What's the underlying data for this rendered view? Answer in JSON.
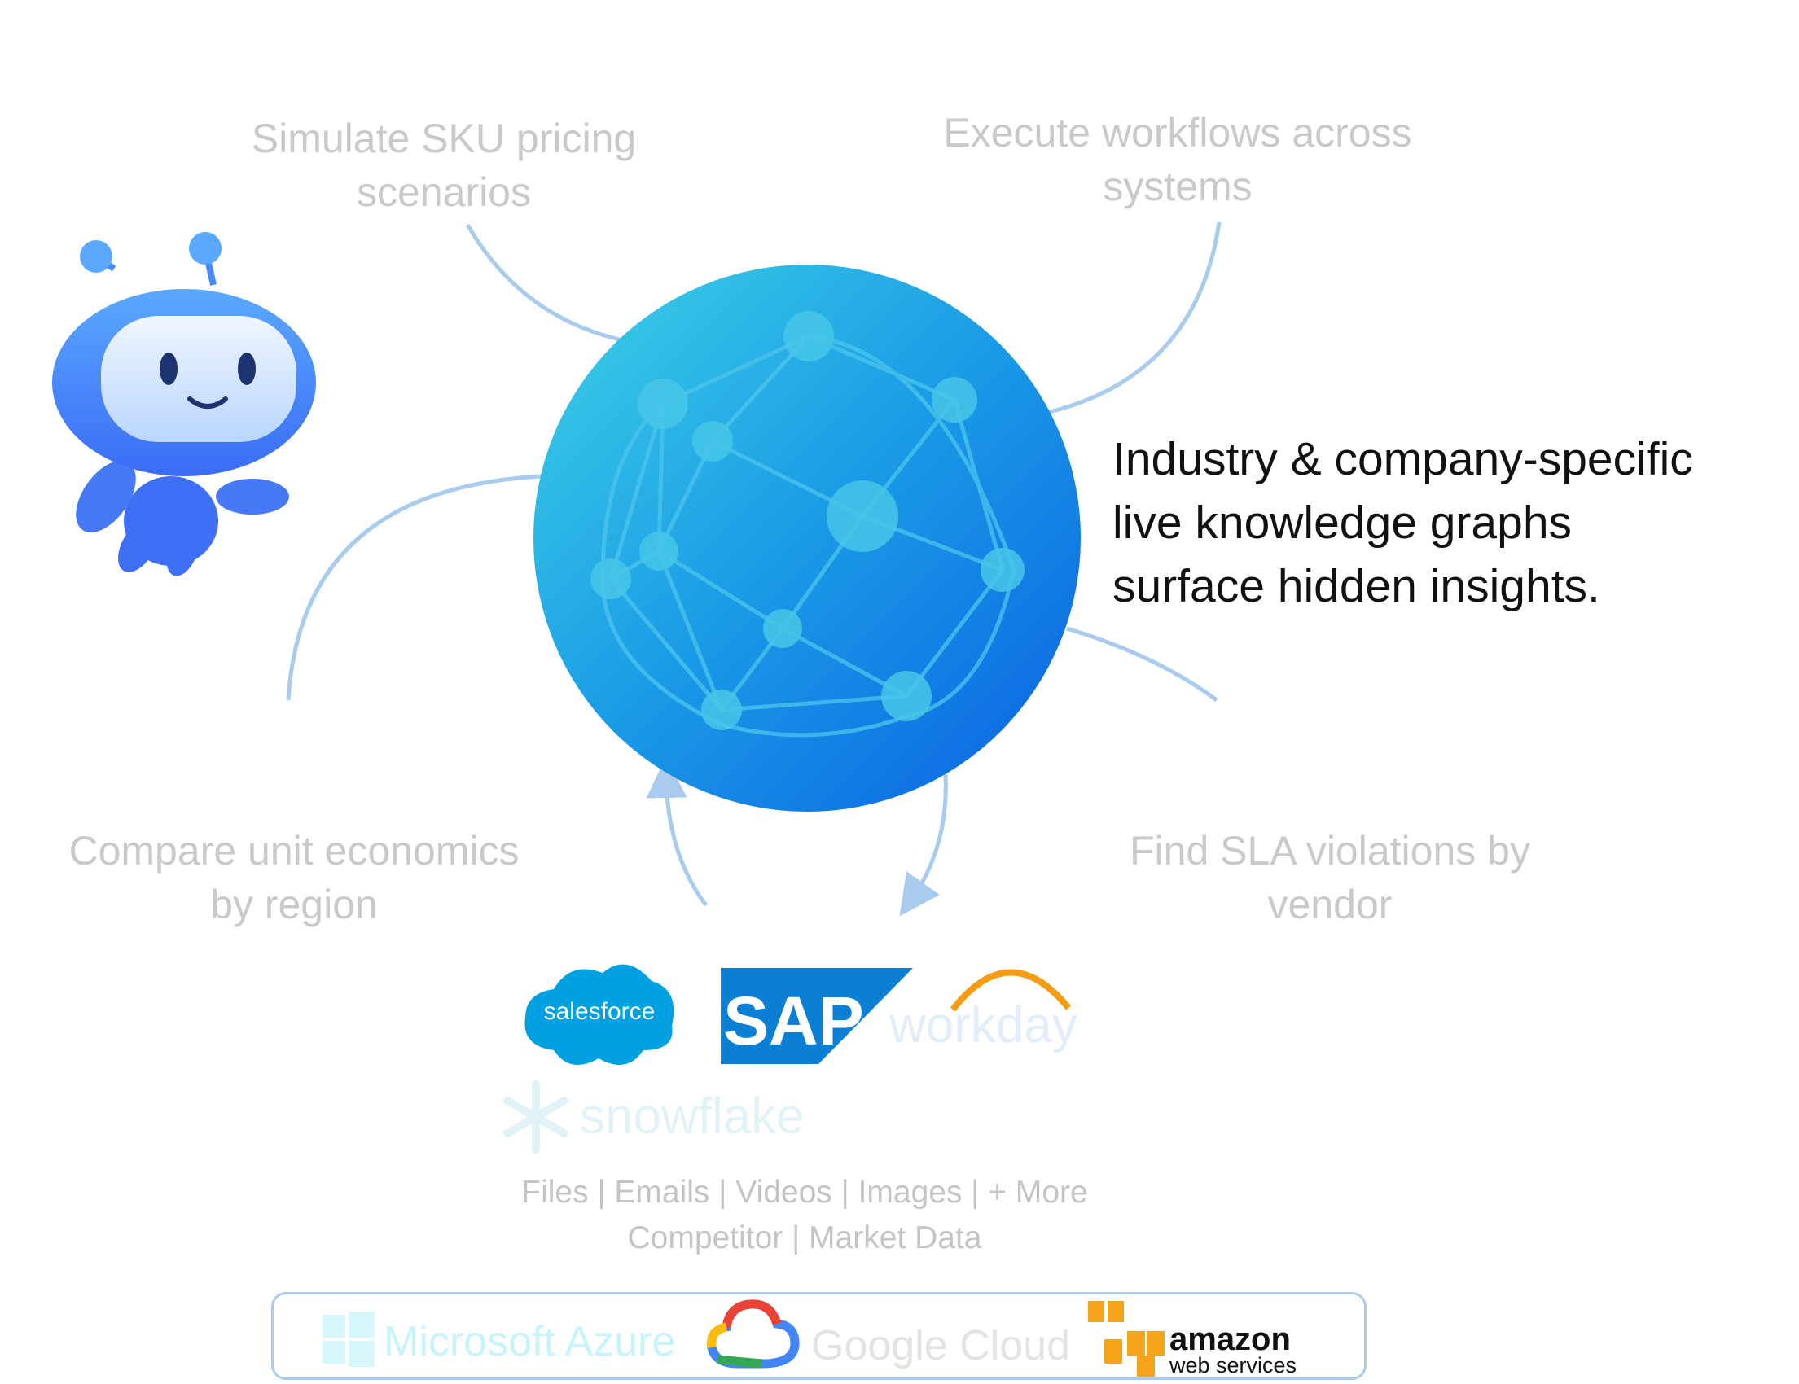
{
  "captions": {
    "top_left": [
      "Simulate SKU pricing",
      "scenarios"
    ],
    "top_right": [
      "Execute workflows across",
      "systems"
    ],
    "bottom_left": [
      "Compare unit economics",
      "by region"
    ],
    "bottom_right": [
      "Find SLA violations by",
      "vendor"
    ]
  },
  "headline": [
    "Industry & company-specific",
    "live knowledge graphs",
    "surface hidden insights."
  ],
  "sources": {
    "line1": "Files | Emails | Videos | Images | + More",
    "line2": "Competitor | Market Data"
  },
  "logos": {
    "salesforce": "salesforce",
    "sap": "SAP",
    "workday": "workday",
    "snowflake": "snowflake",
    "azure": "Microsoft Azure",
    "google_cloud": "Google Cloud",
    "aws_top": "amazon",
    "aws_bottom": "web services"
  },
  "colors": {
    "connector": "#a9cbee",
    "globe_light": "#3ccfe6",
    "globe_dark": "#0b66e4",
    "caption": "#c9c9c9"
  }
}
